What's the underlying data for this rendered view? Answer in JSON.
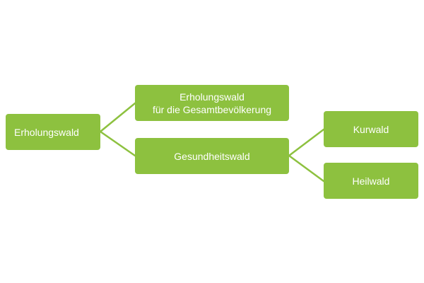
{
  "colors": {
    "node_fill": "#8dc13f",
    "connector": "#8dc13f",
    "text": "#ffffff"
  },
  "diagram": {
    "root": {
      "label": "Erholungswald"
    },
    "child_general": {
      "label_line1": "Erholungswald",
      "label_line2": "für die Gesamtbevölkerung"
    },
    "child_health": {
      "label": "Gesundheitswald"
    },
    "leaf_kur": {
      "label": "Kurwald"
    },
    "leaf_heil": {
      "label": "Heilwald"
    }
  }
}
